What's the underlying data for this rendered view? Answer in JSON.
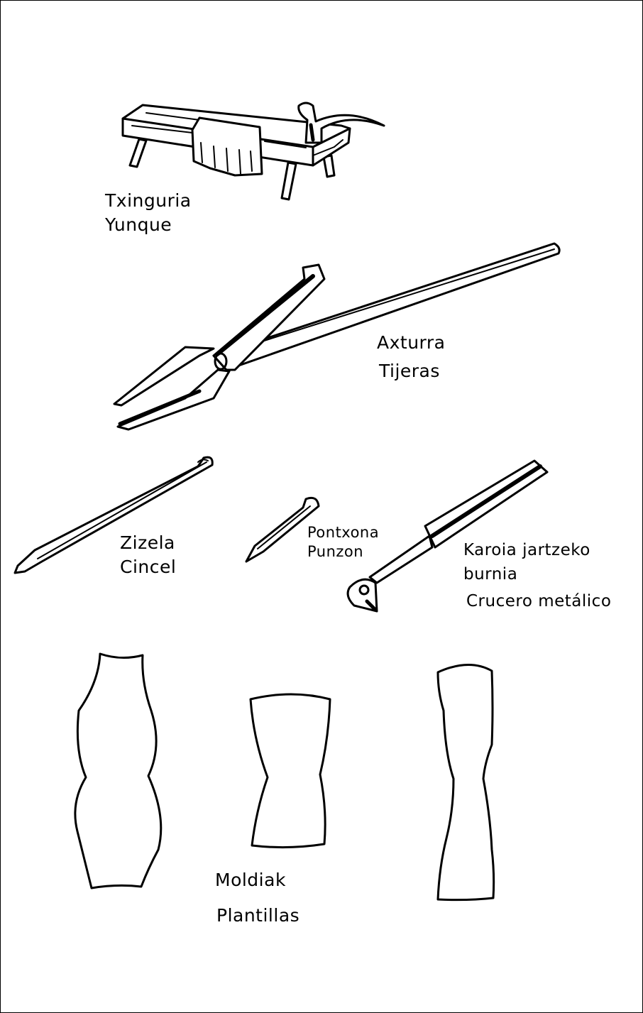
{
  "tools": {
    "anvil": {
      "name_eu": "Txinguria",
      "name_es": "Yunque"
    },
    "shears": {
      "name_eu": "Axturra",
      "name_es": "Tijeras"
    },
    "chisel": {
      "name_eu": "Zizela",
      "name_es": "Cincel"
    },
    "punch": {
      "name_eu": "Pontxona",
      "name_es": "Punzon"
    },
    "crosser": {
      "name_eu_line1": "Karoia jartzeko",
      "name_eu_line2": "burnia",
      "name_es": "Crucero metálico"
    }
  },
  "templates": {
    "name_eu": "Moldiak",
    "name_es": "Plantillas"
  },
  "colors": {
    "ink": "#000000",
    "paper": "#ffffff"
  }
}
